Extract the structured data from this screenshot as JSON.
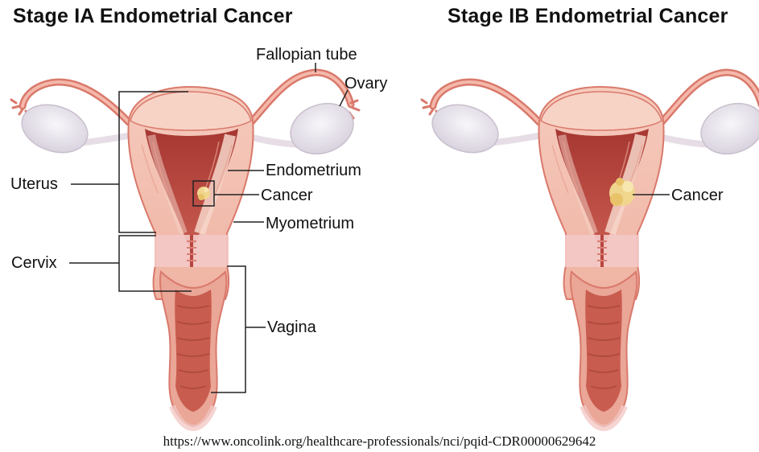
{
  "titles": {
    "stage_ia": "Stage IA Endometrial Cancer",
    "stage_ib": "Stage IB Endometrial Cancer"
  },
  "labels": {
    "fallopian_tube": "Fallopian tube",
    "ovary": "Ovary",
    "uterus": "Uterus",
    "endometrium": "Endometrium",
    "cancer": "Cancer",
    "myometrium": "Myometrium",
    "cervix": "Cervix",
    "vagina": "Vagina",
    "cancer_ib": "Cancer"
  },
  "source_url": "https://www.oncolink.org/healthcare-professionals/nci/pqid-CDR00000629642",
  "colors": {
    "tissue": "#f2b8a8",
    "tissue_dark": "#d9796b",
    "cavity": "#b8453f",
    "ovary": "#e9e4ec",
    "cancer": "#f0d68c",
    "cervix_band": "#f3c9c6"
  }
}
